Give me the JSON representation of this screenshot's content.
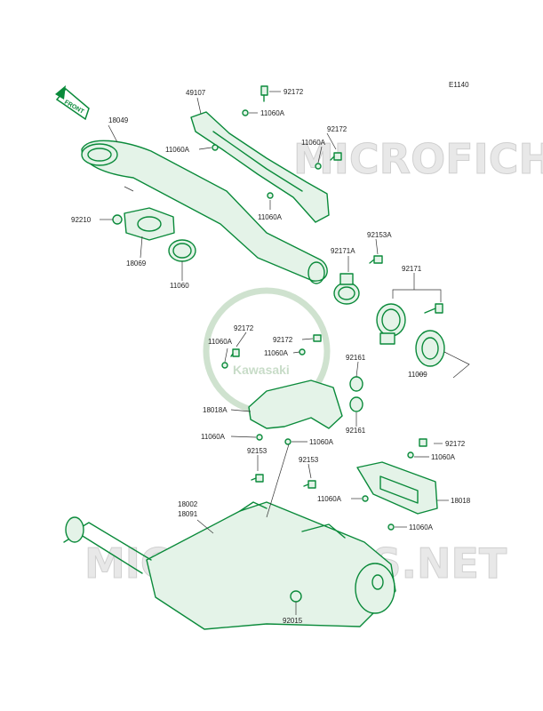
{
  "diagram_code": "E1140",
  "front_tag": "FRONT",
  "watermark": {
    "site": "MICROFICHES.NET",
    "brand": "Kawasaki"
  },
  "colors": {
    "parts": "#0a8a3a",
    "part_fill": "#e4f3e8",
    "labels": "#222222",
    "watermark": "#d0d0d0"
  },
  "labels": {
    "p49107": "49107",
    "p92172_a": "92172",
    "p11060A_a": "11060A",
    "p18049": "18049",
    "p11060A_b": "11060A",
    "p11060A_c": "11060A",
    "p92172_b": "92172",
    "p92210": "92210",
    "p11060A_d": "11060A",
    "p18069": "18069",
    "p11060": "11060",
    "p92153A": "92153A",
    "p92171A": "92171A",
    "p92171": "92171",
    "p92172_c": "92172",
    "p11060A_e": "11060A",
    "p92172_d": "92172",
    "p11060A_f": "11060A",
    "p92161_a": "92161",
    "p11009": "11009",
    "p18018A": "18018A",
    "p92161_b": "92161",
    "p11060A_g": "11060A",
    "p11060A_h": "11060A",
    "p92172_e": "92172",
    "p92153_a": "92153",
    "p11060A_i": "11060A",
    "p92153_b": "92153",
    "p18002": "18002",
    "p18091": "18091",
    "p11060A_j": "11060A",
    "p18018": "18018",
    "p11060A_k": "11060A",
    "p92015": "92015"
  }
}
